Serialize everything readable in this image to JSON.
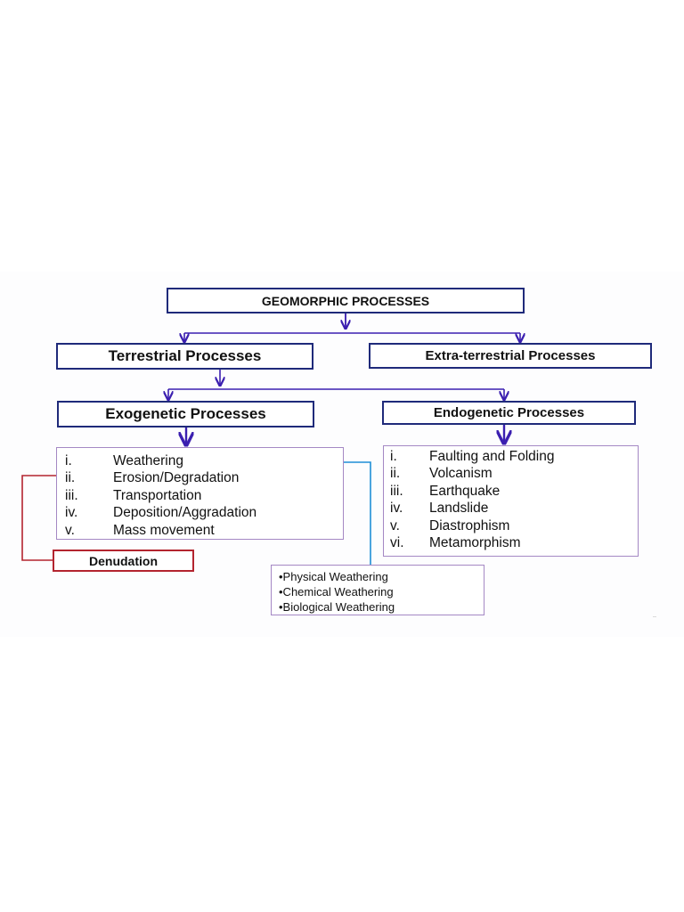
{
  "diagram": {
    "root": "GEOMORPHIC PROCESSES",
    "level1": {
      "left": "Terrestrial Processes",
      "right": "Extra-terrestrial Processes"
    },
    "level2": {
      "left": "Exogenetic Processes",
      "right": "Endogenetic Processes"
    },
    "exogenetic_list": [
      {
        "num": "i.",
        "text": "Weathering"
      },
      {
        "num": "ii.",
        "text": "Erosion/Degradation"
      },
      {
        "num": "iii.",
        "text": "Transportation"
      },
      {
        "num": "iv.",
        "text": "Deposition/Aggradation"
      },
      {
        "num": "v.",
        "text": "Mass movement"
      }
    ],
    "endogenetic_list": [
      {
        "num": "i.",
        "text": "Faulting and Folding"
      },
      {
        "num": "ii.",
        "text": "Volcanism"
      },
      {
        "num": "iii.",
        "text": "Earthquake"
      },
      {
        "num": "iv.",
        "text": "Landslide"
      },
      {
        "num": "v.",
        "text": "Diastrophism"
      },
      {
        "num": "vi.",
        "text": "Metamorphism"
      }
    ],
    "denudation": "Denudation",
    "weathering_types": [
      "•Physical Weathering",
      "•Chemical Weathering",
      "•Biological Weathering"
    ],
    "corner_mark": "..",
    "colors": {
      "box_border": "#1f2a7a",
      "arrow": "#3b1fb0",
      "list_border": "#a488c4",
      "denudation": "#b3242f",
      "weathering_link": "#1f8fd6"
    }
  }
}
